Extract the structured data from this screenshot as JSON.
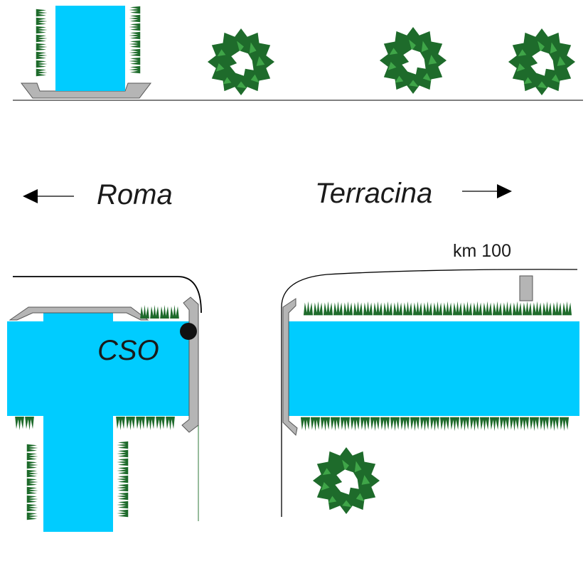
{
  "labels": {
    "left_direction": "Roma",
    "right_direction": "Terracina",
    "overflow_point": "CSO",
    "milestone": "km 100"
  },
  "icons": [
    "arrow-left-icon",
    "arrow-right-icon",
    "tree-icon",
    "grass-icon",
    "milestone-icon",
    "cso-point-icon"
  ],
  "colors": {
    "water": "#00CCFF",
    "vegetation_dark": "#1E6B2B",
    "vegetation_light": "#3FA548",
    "bank_fill": "#B5B5B5",
    "bank_stroke": "#555555",
    "cso_point": "#111111",
    "road_line": "#000000"
  }
}
